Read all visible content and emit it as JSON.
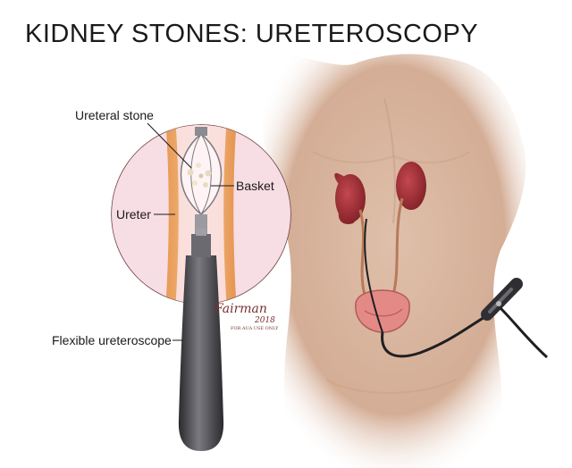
{
  "diagram": {
    "title": "KIDNEY STONES: URETEROSCOPY",
    "labels": {
      "ureteral_stone": "Ureteral stone",
      "basket": "Basket",
      "ureter": "Ureter",
      "flexible_ureteroscope": "Flexible ureteroscope"
    },
    "signature": {
      "name": "Fairman",
      "year": "2018",
      "note": "FOR AUA USE ONLY"
    }
  },
  "colors": {
    "skin": "#d8b49e",
    "kidney": "#a8323a",
    "ureter_wall": "#e9a870",
    "lumen": "#f7e4ea",
    "scope": "#4a4a4e"
  }
}
